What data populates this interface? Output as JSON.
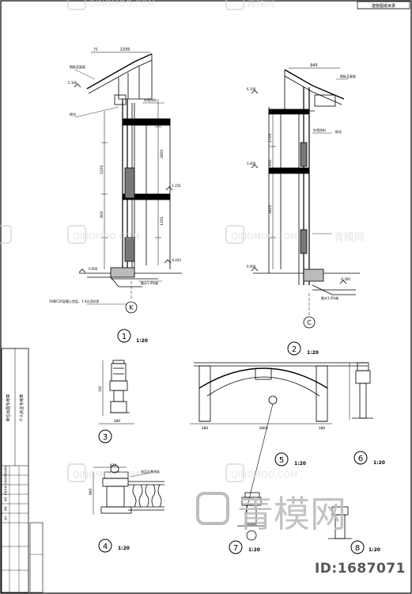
{
  "title_block_top": "建施图纸目录",
  "details": [
    {
      "number": "1",
      "scale": "1:20"
    },
    {
      "number": "2",
      "scale": "1:20"
    },
    {
      "number": "3",
      "scale": ""
    },
    {
      "number": "4",
      "scale": "1:20"
    },
    {
      "number": "5",
      "scale": "1:20"
    },
    {
      "number": "6",
      "scale": "1:20"
    },
    {
      "number": "7",
      "scale": "1:20"
    },
    {
      "number": "8",
      "scale": "1:20"
    }
  ],
  "axis_labels": {
    "left": "K",
    "right": "C"
  },
  "dims": {
    "d1335": "1335",
    "d945": "945",
    "d75": "75",
    "d2800": "2800",
    "d1700": "1700",
    "d3400": "3400",
    "d1350": "1350",
    "d1200": "1200",
    "d650": "650",
    "d800": "800",
    "d380": "380",
    "d3860": "3860",
    "d420": "420",
    "d860": "860",
    "d100": "100"
  },
  "elev": {
    "e1": "5.100",
    "e2": "3.150",
    "e3": "0.000",
    "e4": "-0.450",
    "e5": "6.100",
    "e6": "3.400",
    "e7": "-0.300"
  },
  "notes": {
    "n1": "钢板瓦屋面",
    "n2": "外墙涂料",
    "n3": "檐沟",
    "n4": "散水1.0%坡",
    "n5": "50厚C20混凝土垫层，1:3水泥砂浆",
    "n6": "成品石膏线条",
    "n7": "外墙做法"
  },
  "side_labels": [
    "建设单位",
    "工程名称",
    "项目负责人",
    "审定",
    "审核",
    "设计"
  ],
  "side_text": [
    "单位出图专用章",
    "个人执业专用章"
  ],
  "watermark": {
    "logo_text": "青模网",
    "latin": "QINGMOO.COM",
    "big": "青模网",
    "id": "ID:1687071"
  }
}
